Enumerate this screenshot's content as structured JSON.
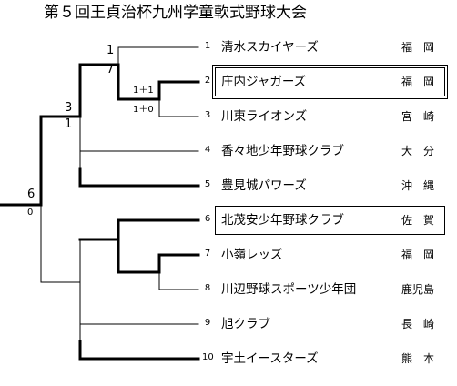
{
  "title": "第５回王貞治杯九州学童軟式野球大会",
  "teams": [
    {
      "seed": "1",
      "name": "清水スカイヤーズ",
      "pref": "福　岡",
      "boxed": false,
      "double": false
    },
    {
      "seed": "2",
      "name": "庄内ジャガーズ",
      "pref": "福　岡",
      "boxed": true,
      "double": true
    },
    {
      "seed": "3",
      "name": "川東ライオンズ",
      "pref": "宮　崎",
      "boxed": false,
      "double": false
    },
    {
      "seed": "4",
      "name": "香々地少年野球クラブ",
      "pref": "大　分",
      "boxed": false,
      "double": false
    },
    {
      "seed": "5",
      "name": "豊見城パワーズ",
      "pref": "沖　縄",
      "boxed": false,
      "double": false
    },
    {
      "seed": "6",
      "name": "北茂安少年野球クラブ",
      "pref": "佐　賀",
      "boxed": true,
      "double": false
    },
    {
      "seed": "7",
      "name": "小嶺レッズ",
      "pref": "福　岡",
      "boxed": false,
      "double": false
    },
    {
      "seed": "8",
      "name": "川辺野球スポーツ少年団",
      "pref": "鹿児島",
      "boxed": false,
      "double": false
    },
    {
      "seed": "9",
      "name": "旭クラブ",
      "pref": "長　崎",
      "boxed": false,
      "double": false
    },
    {
      "seed": "10",
      "name": "宇土イースターズ",
      "pref": "熊　本",
      "boxed": false,
      "double": false
    }
  ],
  "scores": {
    "m23_top": "1＋1",
    "m23_bottom": "1＋0",
    "m1_top": "1",
    "m1_bottom": "7",
    "semi_top": "3",
    "semi_bottom": "1",
    "final_top": "6",
    "final_bottom": "0"
  },
  "colors": {
    "line": "#000000",
    "background": "#ffffff"
  }
}
